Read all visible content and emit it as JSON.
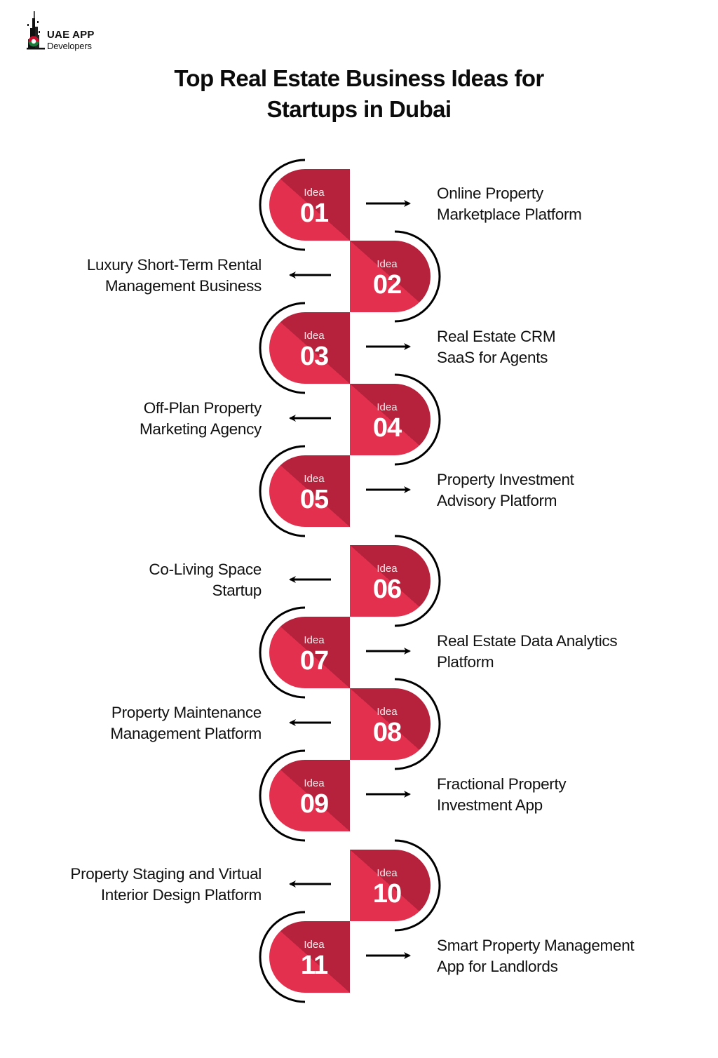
{
  "brand": {
    "line1": "UAE APP",
    "line2": "Developers"
  },
  "title": {
    "line1": "Top Real Estate Business Ideas for",
    "line2": "Startups in Dubai"
  },
  "colors": {
    "badge_light": "#E2304E",
    "badge_dark": "#B6223C",
    "outline": "#000000",
    "text": "#111111"
  },
  "badge_label": "Idea",
  "ideas": [
    {
      "num": "01",
      "side": "left",
      "line1": "Online Property",
      "line2": "Marketplace Platform"
    },
    {
      "num": "02",
      "side": "right",
      "line1": "Luxury Short-Term Rental",
      "line2": "Management Business"
    },
    {
      "num": "03",
      "side": "left",
      "line1": "Real Estate CRM",
      "line2": "SaaS for Agents"
    },
    {
      "num": "04",
      "side": "right",
      "line1": "Off-Plan Property",
      "line2": "Marketing Agency"
    },
    {
      "num": "05",
      "side": "left",
      "line1": "Property Investment",
      "line2": "Advisory Platform"
    },
    {
      "num": "06",
      "side": "right",
      "line1": "Co-Living Space",
      "line2": "Startup"
    },
    {
      "num": "07",
      "side": "left",
      "line1": "Real Estate Data Analytics",
      "line2": "Platform"
    },
    {
      "num": "08",
      "side": "right",
      "line1": "Property Maintenance",
      "line2": "Management Platform"
    },
    {
      "num": "09",
      "side": "left",
      "line1": "Fractional Property",
      "line2": "Investment App"
    },
    {
      "num": "10",
      "side": "right",
      "line1": "Property Staging and Virtual",
      "line2": "Interior Design Platform"
    },
    {
      "num": "11",
      "side": "left",
      "line1": "Smart Property Management",
      "line2": "App for Landlords"
    }
  ]
}
